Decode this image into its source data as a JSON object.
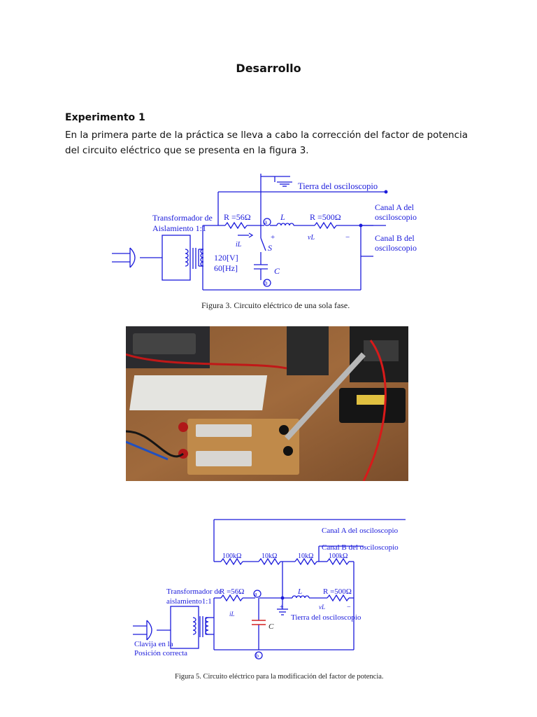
{
  "page": {
    "title": "Desarrollo",
    "section": "Experimento 1",
    "paragraph": "En la primera parte de la práctica se lleva a cabo la corrección del factor de potencia del circuito eléctrico que se presenta en la figura 3."
  },
  "figure3": {
    "caption": "Figura 3. Circuito eléctrico de una sola fase.",
    "tierra": "Tierra  del  osciloscopio",
    "transformador_1": "Transformador de",
    "transformador_2": "Aislamiento  1:1",
    "r1": "R =56Ω",
    "r2": "R =500Ω",
    "inductor": "L",
    "node_a": "a",
    "node_b": "b",
    "canal_a_1": "Canal A del",
    "canal_a_2": "osciloscopio",
    "canal_b_1": "Canal B del",
    "canal_b_2": "osciloscopio",
    "current": "iL",
    "plus": "+",
    "minus": "−",
    "vl": "vL",
    "switch": "S",
    "capacitor": "C",
    "voltage": "120[V]",
    "freq": "60[Hz]"
  },
  "figure5": {
    "caption": "Figura 5. Circuito eléctrico para la modificación del factor de potencia.",
    "canal_a": "Canal A del  osciloscopio",
    "canal_b": "Canal B del  osciloscopio",
    "r_100k_1": "100kΩ",
    "r_10k_1": "10kΩ",
    "r_10k_2": "10kΩ",
    "r_100k_2": "100kΩ",
    "transformador_1": "Transformador de",
    "transformador_2": "aislamiento1:1",
    "r1": "R =56Ω",
    "r2": "R =500Ω",
    "inductor": "L",
    "node_a": "a",
    "node_b": "b",
    "current": "iL",
    "vl": "vL",
    "plus": "+",
    "minus": "−",
    "tierra": "Tierra del osciloscopio",
    "capacitor": "C",
    "clavija_1": "Clavija  en  la",
    "clavija_2": "Posición  correcta"
  },
  "colors": {
    "circuit_blue": "#1a1adb",
    "capacitor_red": "#d42020",
    "text_dark": "#111111"
  }
}
